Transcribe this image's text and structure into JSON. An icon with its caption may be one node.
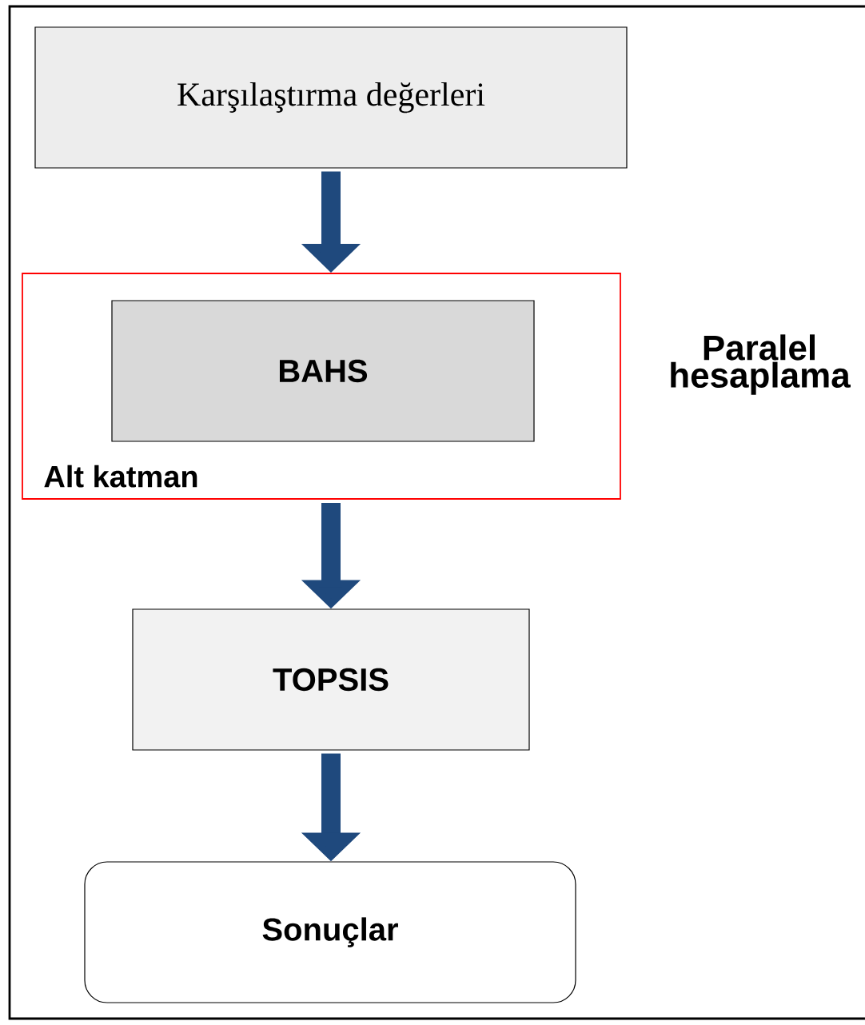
{
  "diagram": {
    "nodes": [
      {
        "text": [
          "Karşılaştırma değerleri"
        ]
      },
      {
        "text": [
          "Alt katman"
        ]
      },
      {
        "text": [
          "BAHS"
        ],
        "in": 1
      },
      {
        "text": [
          "TOPSIS"
        ]
      },
      {
        "text": [
          "Sonuçlar"
        ]
      }
    ],
    "edges": [
      {
        "from": 0,
        "to": 1,
        "arrow": "to"
      },
      {
        "from": 1,
        "to": 3,
        "arrow": "to"
      },
      {
        "from": 3,
        "to": 4,
        "arrow": "to"
      }
    ],
    "labels": [
      "Paralel hesaplama"
    ]
  }
}
